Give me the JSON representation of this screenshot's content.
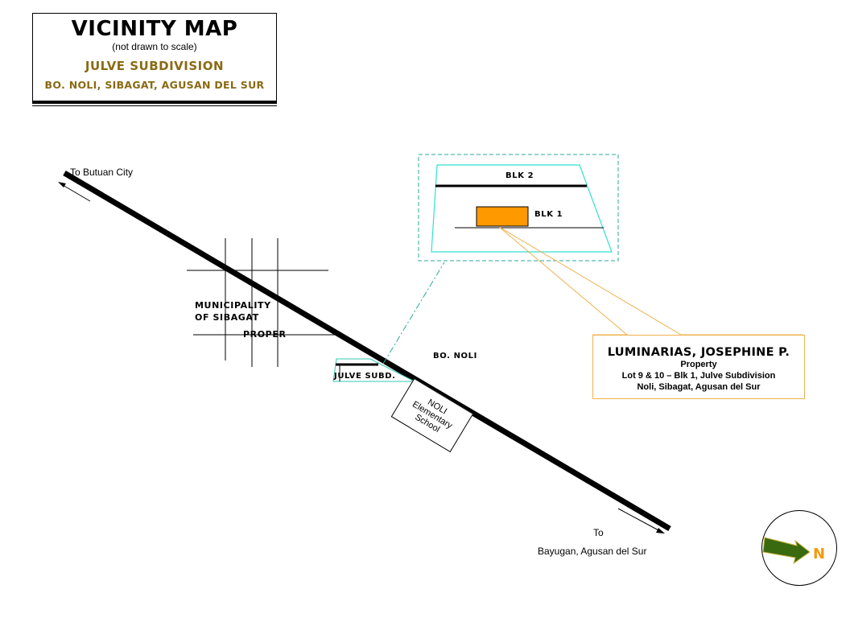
{
  "title_block": {
    "title": "VICINITY MAP",
    "subtitle": "(not drawn to scale)",
    "subdivision": "JULVE SUBDIVISION",
    "location": "BO. NOLI, SIBAGAT, AGUSAN DEL SUR"
  },
  "road": {
    "to_north_label": "To  Butuan City",
    "to_south_label_line1": "To",
    "to_south_label_line2": "Bayugan, Agusan del  Sur"
  },
  "places": {
    "municipality_line1": "MUNICIPALITY",
    "municipality_line2": "OF SIBAGAT",
    "municipality_line3": "PROPER",
    "barangay": "BO. NOLI",
    "subdivision_label": "JULVE SUBD.",
    "school_line1": "NOLI",
    "school_line2": "Elementary",
    "school_line3": "School"
  },
  "inset": {
    "block2_label": "BLK 2",
    "block1_label": "BLK 1",
    "lot_color": "#ff9900",
    "outline_color": "#33e0d0",
    "dashed_color": "#2aa89a"
  },
  "owner": {
    "name": "LUMINARIAS, JOSEPHINE P.",
    "line1": "Property",
    "line2": "Lot 9 & 10 – Blk 1, Julve Subdivision",
    "line3": "Noli, Sibagat, Agusan del Sur",
    "border_color": "#f0b050"
  },
  "north_arrow": {
    "label": "N",
    "icon": "north-arrow-icon",
    "arrow_color": "#3a6a10",
    "label_color": "#f59a0a"
  }
}
